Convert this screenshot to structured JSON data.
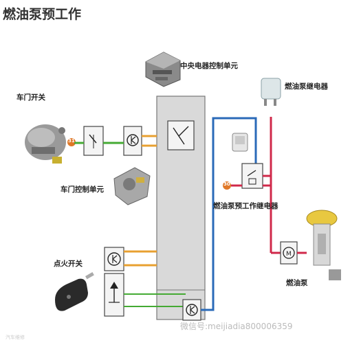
{
  "title": "燃油泵预工作",
  "labels": {
    "door_switch": "车门开关",
    "door_control_unit": "车门控制单元",
    "central_control_unit": "中央电器控制单元",
    "fuel_pump_relay": "燃油泵继电器",
    "pre_work_relay": "燃油泵预工作继电器",
    "ignition_switch": "点火开关",
    "fuel_pump": "燃油泵"
  },
  "badges": {
    "door_switch_tag": "31",
    "pre_relay_tag": "30"
  },
  "watermark": {
    "text": "微信号:meijiadia800006359",
    "corner": "汽车维修"
  },
  "colors": {
    "orange_wire": "#e8a030",
    "green_wire": "#44aa33",
    "blue_wire": "#2a6ab8",
    "red_wire": "#d0284a",
    "module_fill": "#d6d6d6",
    "tag_fill": "#e07828"
  }
}
